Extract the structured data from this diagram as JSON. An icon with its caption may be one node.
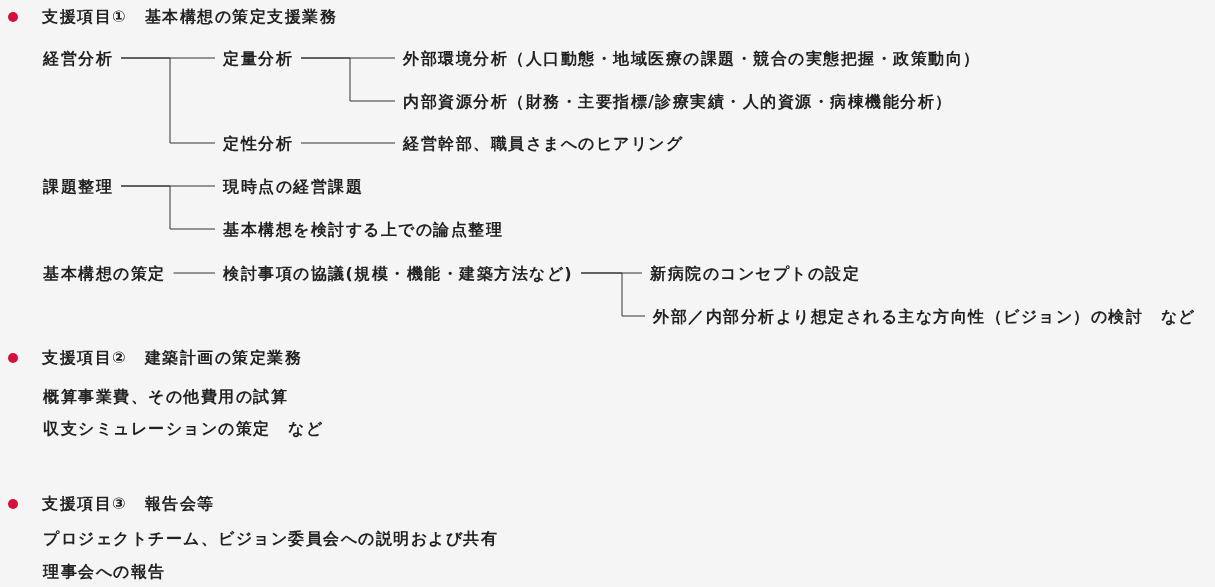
{
  "diagram": {
    "nodes": [
      {
        "text": [
          "経営分析"
        ]
      },
      {
        "text": [
          "定量分析"
        ]
      },
      {
        "text": [
          "外部環境分析（人口動態・地域医療の課題・競合の実態把握・政策動向）"
        ]
      },
      {
        "text": [
          "内部資源分析（財務・主要指標/診療実績・人的資源・病棟機能分析）"
        ]
      },
      {
        "text": [
          "定性分析"
        ]
      },
      {
        "text": [
          "経営幹部、職員さまへのヒアリング"
        ]
      },
      {
        "text": [
          "課題整理"
        ]
      },
      {
        "text": [
          "現時点の経営課題"
        ]
      },
      {
        "text": [
          "基本構想を検討する上での論点整理"
        ]
      },
      {
        "text": [
          "基本構想の策定"
        ]
      },
      {
        "text": [
          "検討事項の協議(規模・機能・建築方法など)"
        ]
      },
      {
        "text": [
          "新病院のコンセプトの設定"
        ]
      },
      {
        "text": [
          "外部／内部分析より想定される主な方向性（ビジョン）の検討　など"
        ]
      }
    ],
    "edges": [
      {
        "from": 0,
        "to": 1,
        "arrow": "none"
      },
      {
        "from": 0,
        "to": 4,
        "arrow": "none"
      },
      {
        "from": 1,
        "to": 2,
        "arrow": "none"
      },
      {
        "from": 1,
        "to": 3,
        "arrow": "none"
      },
      {
        "from": 4,
        "to": 5,
        "arrow": "none"
      },
      {
        "from": 6,
        "to": 7,
        "arrow": "none"
      },
      {
        "from": 6,
        "to": 8,
        "arrow": "none"
      },
      {
        "from": 9,
        "to": 10,
        "arrow": "none"
      },
      {
        "from": 10,
        "to": 11,
        "arrow": "none"
      },
      {
        "from": 10,
        "to": 12,
        "arrow": "none"
      }
    ],
    "labels": [
      "支援項目①　基本構想の策定支援業務",
      "支援項目②　建築計画の策定業務",
      "概算事業費、その他費用の試算",
      "収支シミュレーションの策定　など",
      "支援項目③　報告会等",
      "プロジェクトチーム、ビジョン委員会への説明および共有",
      "理事会への報告"
    ]
  }
}
